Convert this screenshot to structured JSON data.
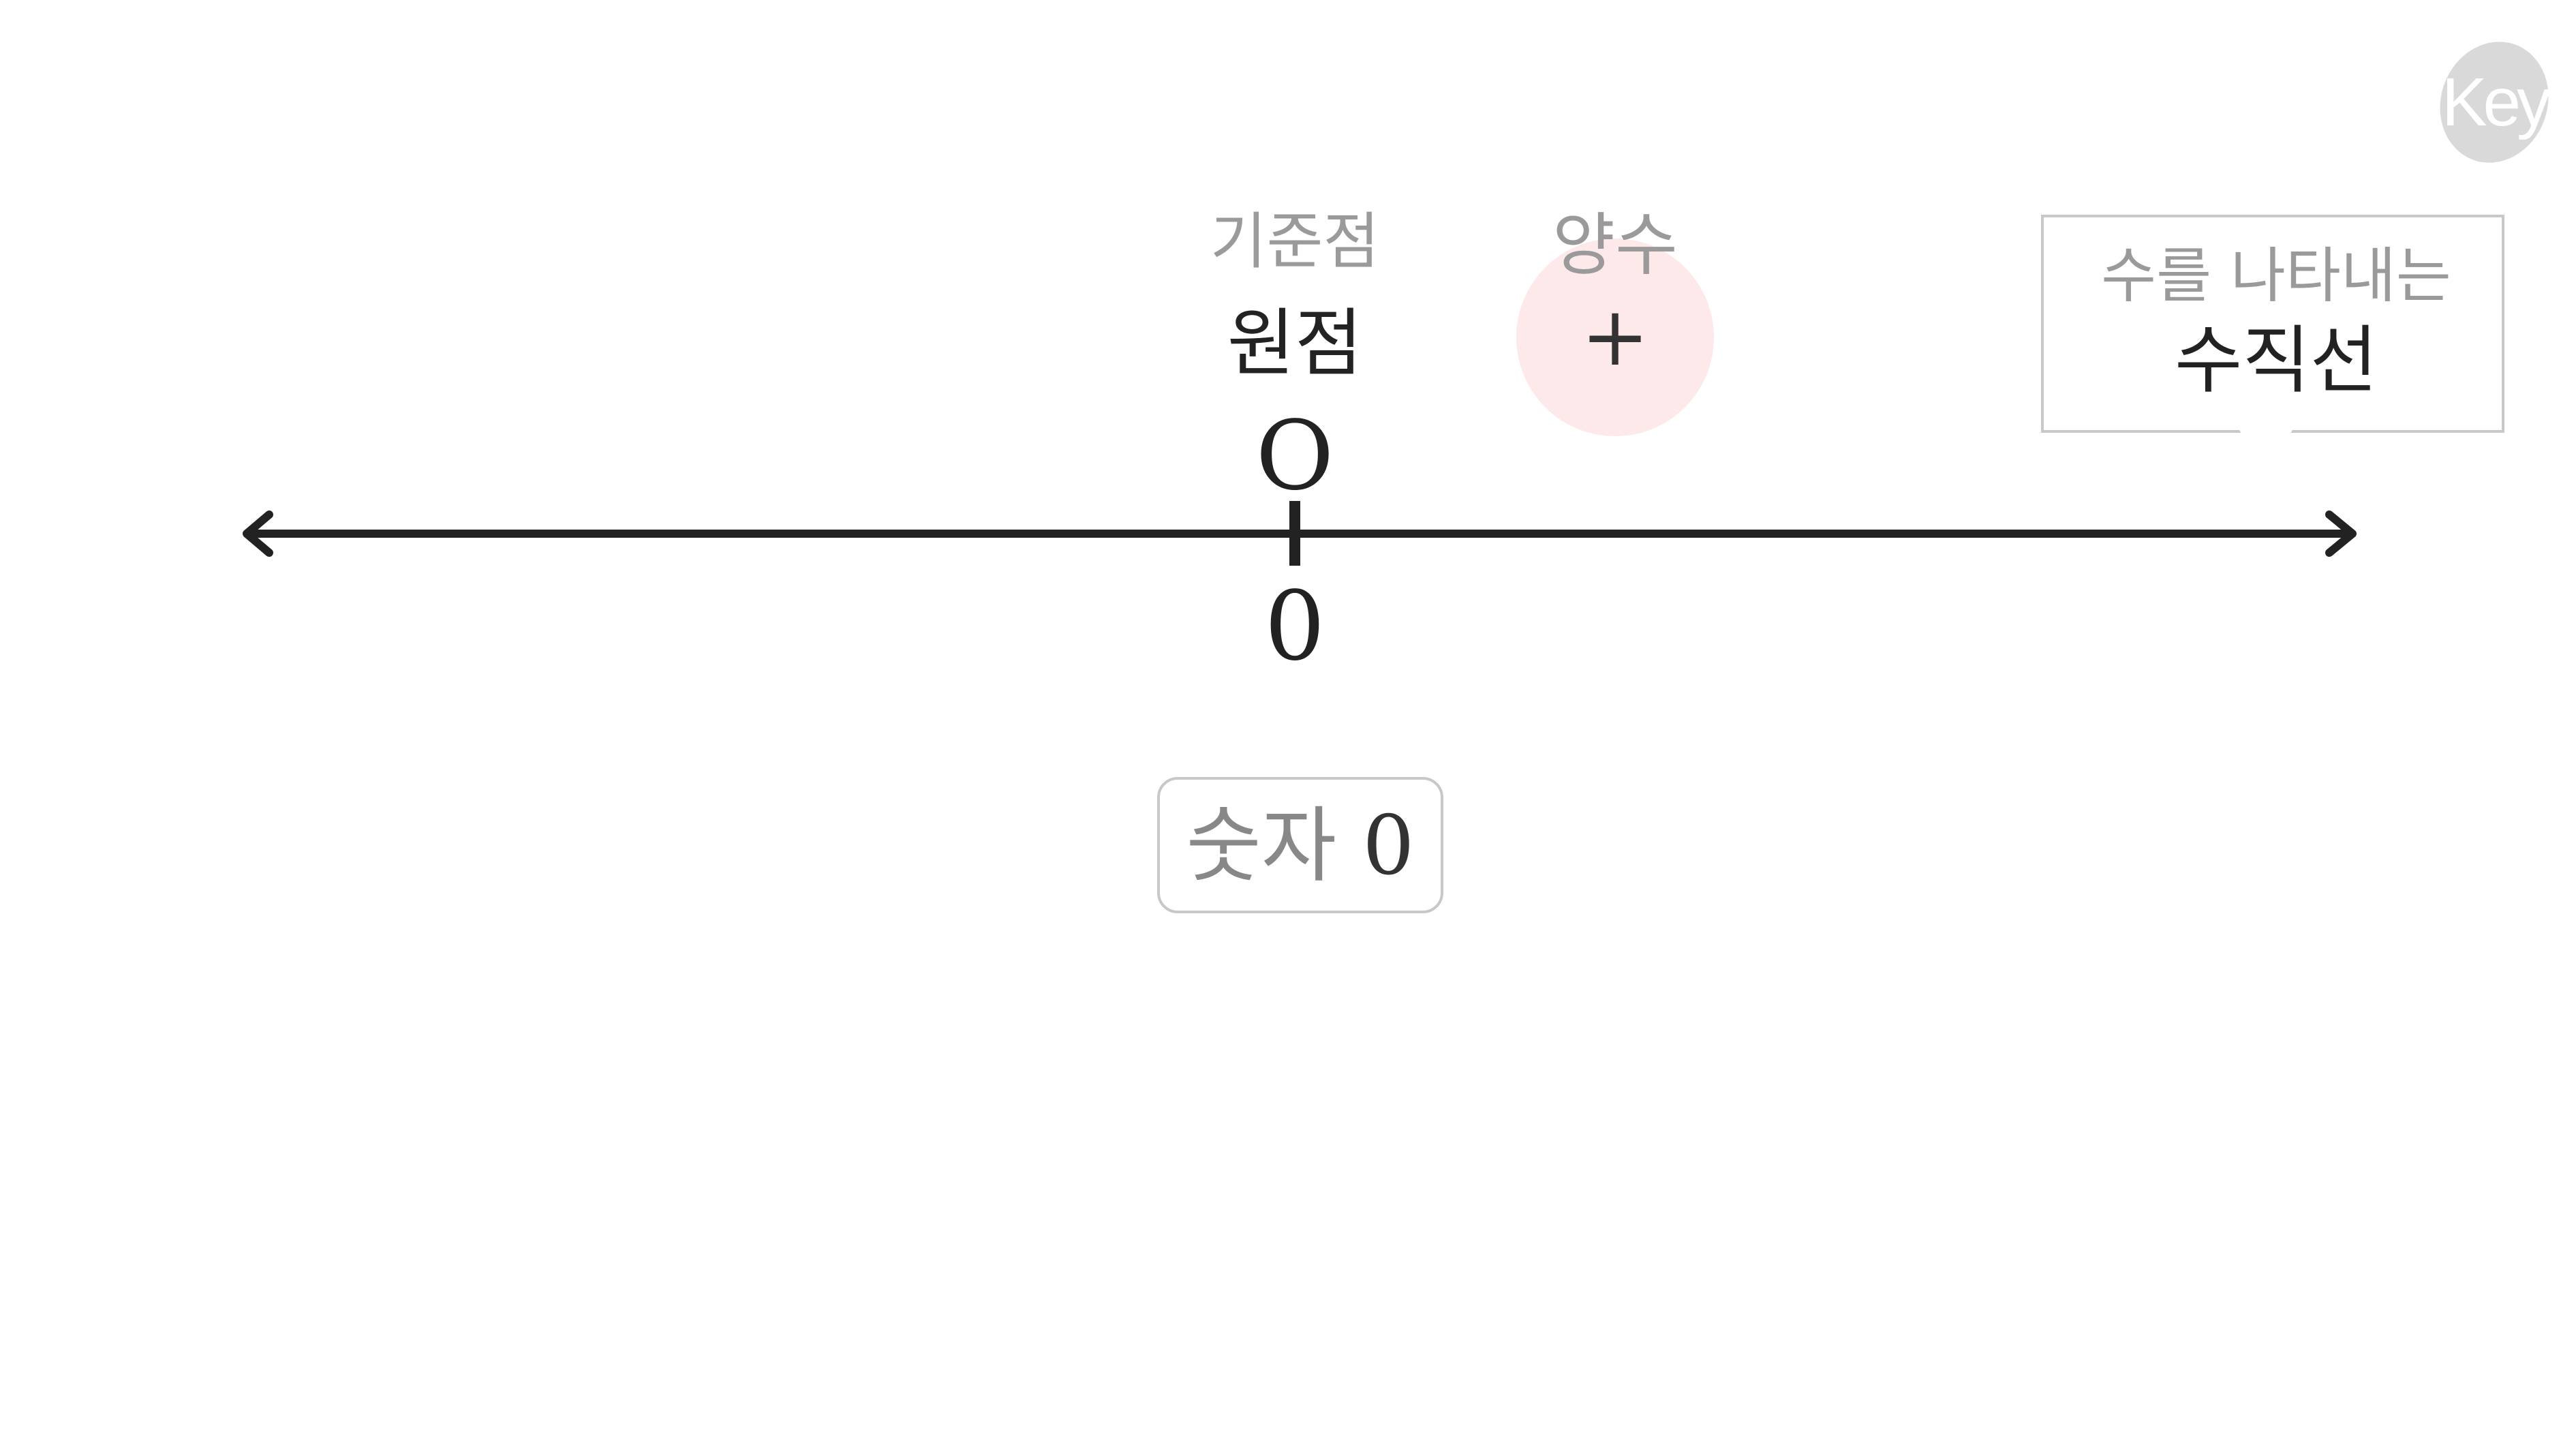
{
  "logo": {
    "text": "Key"
  },
  "origin": {
    "caption": "기준점",
    "label": "원점",
    "letter": "O",
    "tick_label": "0"
  },
  "positive": {
    "caption": "양수",
    "sign": "+"
  },
  "callout": {
    "caption": "수를 나타내는",
    "title": "수직선"
  },
  "zero_box": {
    "word": "숫자",
    "number": "0"
  },
  "colors": {
    "line": "#222222",
    "caption_gray": "#9a9a9a",
    "positive_highlight": "#fde8ea",
    "logo_gray": "#d9d9d9"
  }
}
